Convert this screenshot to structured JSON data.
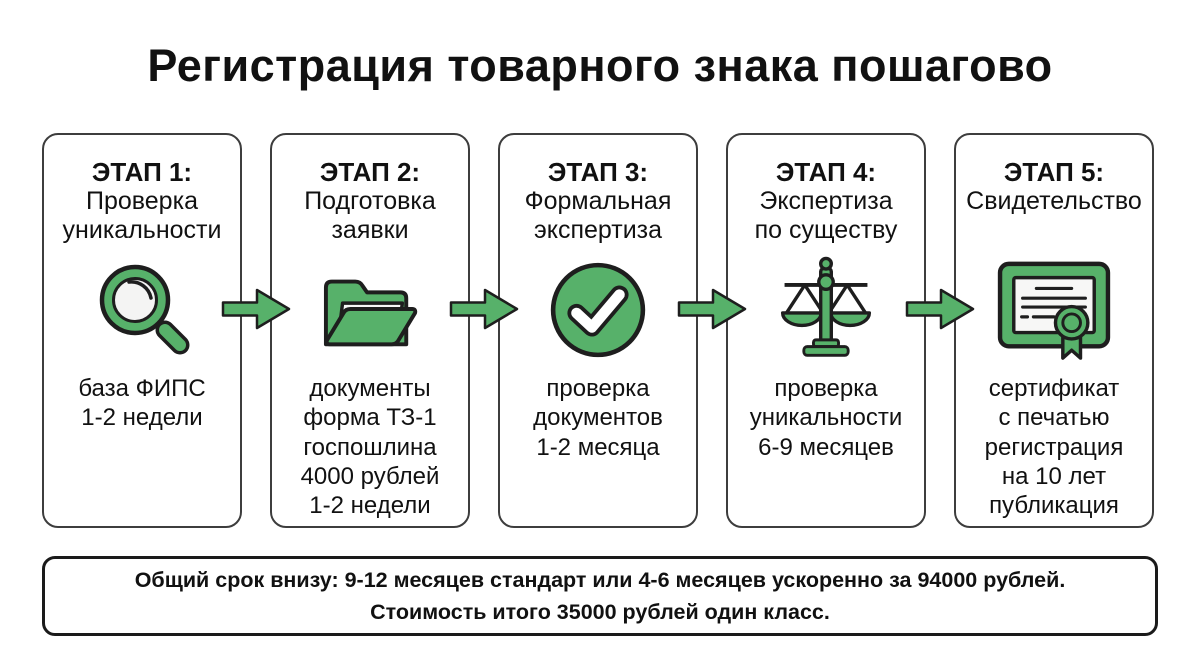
{
  "page": {
    "title": "Регистрация товарного знака пошагово",
    "colors": {
      "background": "#ffffff",
      "accent_green": "#57b16a",
      "outline_dark": "#1e1e1e",
      "card_border": "#3d3d3d",
      "text": "#111111"
    }
  },
  "stages": [
    {
      "stage_label": "ЭТАП 1:",
      "subtitle_lines": [
        "Проверка",
        "уникальности"
      ],
      "icon": "magnifier-icon",
      "details": [
        "база ФИПС",
        "1-2 недели"
      ]
    },
    {
      "stage_label": "ЭТАП 2:",
      "subtitle_lines": [
        "Подготовка",
        "заявки"
      ],
      "icon": "folder-icon",
      "details": [
        "документы",
        "форма ТЗ-1",
        "госпошлина",
        "4000 рублей",
        "1-2 недели"
      ]
    },
    {
      "stage_label": "ЭТАП 3:",
      "subtitle_lines": [
        "Формальная",
        "экспертиза"
      ],
      "icon": "check-circle-icon",
      "details": [
        "проверка",
        "документов",
        "1-2 месяца"
      ]
    },
    {
      "stage_label": "ЭТАП 4:",
      "subtitle_lines": [
        "Экспертиза",
        "по существу"
      ],
      "icon": "scales-icon",
      "details": [
        "проверка",
        "уникальности",
        "6-9 месяцев"
      ]
    },
    {
      "stage_label": "ЭТАП 5:",
      "subtitle_lines": [
        "Свидетельство"
      ],
      "icon": "certificate-icon",
      "details": [
        "сертификат",
        "с печатью",
        "регистрация",
        "на 10 лет",
        "публикация"
      ]
    }
  ],
  "footer": {
    "line1": "Общий срок внизу: 9-12 месяцев стандарт или 4-6 месяцев ускоренно за 94000 рублей.",
    "line2": "Стоимость итого 35000 рублей один класс."
  }
}
